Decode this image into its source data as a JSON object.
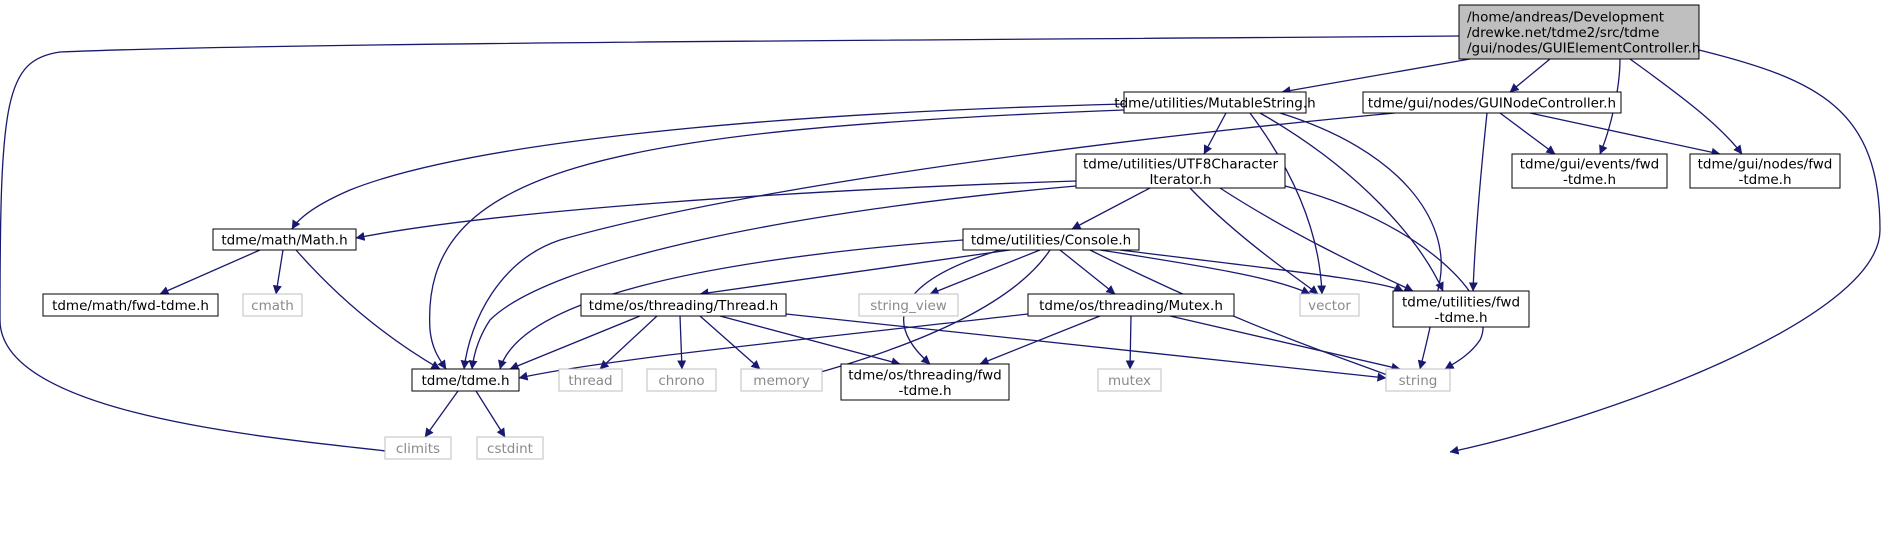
{
  "diagram": {
    "type": "include-dependency-graph",
    "colors": {
      "edge": "#191970",
      "root_fill": "#bfbfbf",
      "node_border": "#000000",
      "system_border": "#bfbfbf",
      "system_text": "#8a8a8a",
      "text": "#000000"
    },
    "nodes": [
      {
        "id": "root",
        "kind": "root",
        "lines": [
          "/home/andreas/Development",
          "/drewke.net/tdme2/src/tdme",
          "/gui/nodes/GUIElementController.h"
        ]
      },
      {
        "id": "mutablestring",
        "kind": "file",
        "lines": [
          "tdme/utilities/MutableString.h"
        ]
      },
      {
        "id": "guinodecontroller",
        "kind": "file",
        "lines": [
          "tdme/gui/nodes/GUINodeController.h"
        ]
      },
      {
        "id": "utf8",
        "kind": "file",
        "lines": [
          "tdme/utilities/UTF8Character",
          "Iterator.h"
        ]
      },
      {
        "id": "eventsfwd",
        "kind": "file",
        "lines": [
          "tdme/gui/events/fwd",
          "-tdme.h"
        ]
      },
      {
        "id": "nodesfwd",
        "kind": "file",
        "lines": [
          "tdme/gui/nodes/fwd",
          "-tdme.h"
        ]
      },
      {
        "id": "math",
        "kind": "file",
        "lines": [
          "tdme/math/Math.h"
        ]
      },
      {
        "id": "console",
        "kind": "file",
        "lines": [
          "tdme/utilities/Console.h"
        ]
      },
      {
        "id": "mathfwd",
        "kind": "file",
        "lines": [
          "tdme/math/fwd-tdme.h"
        ]
      },
      {
        "id": "cmath",
        "kind": "system",
        "lines": [
          "cmath"
        ]
      },
      {
        "id": "thread",
        "kind": "file",
        "lines": [
          "tdme/os/threading/Thread.h"
        ]
      },
      {
        "id": "string_view",
        "kind": "system",
        "lines": [
          "string_view"
        ]
      },
      {
        "id": "mutexh",
        "kind": "file",
        "lines": [
          "tdme/os/threading/Mutex.h"
        ]
      },
      {
        "id": "vector",
        "kind": "system",
        "lines": [
          "vector"
        ]
      },
      {
        "id": "utilfwd",
        "kind": "file",
        "lines": [
          "tdme/utilities/fwd",
          "-tdme.h"
        ]
      },
      {
        "id": "tdmeh",
        "kind": "file",
        "lines": [
          "tdme/tdme.h"
        ]
      },
      {
        "id": "threadsys",
        "kind": "system",
        "lines": [
          "thread"
        ]
      },
      {
        "id": "chrono",
        "kind": "system",
        "lines": [
          "chrono"
        ]
      },
      {
        "id": "memory",
        "kind": "system",
        "lines": [
          "memory"
        ]
      },
      {
        "id": "threadingfwd",
        "kind": "file",
        "lines": [
          "tdme/os/threading/fwd",
          "-tdme.h"
        ]
      },
      {
        "id": "mutexsys",
        "kind": "system",
        "lines": [
          "mutex"
        ]
      },
      {
        "id": "string",
        "kind": "system",
        "lines": [
          "string"
        ]
      },
      {
        "id": "climits",
        "kind": "system",
        "lines": [
          "climits"
        ]
      },
      {
        "id": "cstdint",
        "kind": "system",
        "lines": [
          "cstdint"
        ]
      }
    ],
    "edges": [
      [
        "root",
        "mutablestring"
      ],
      [
        "root",
        "guinodecontroller"
      ],
      [
        "root",
        "eventsfwd"
      ],
      [
        "root",
        "nodesfwd"
      ],
      [
        "root",
        "tdmeh"
      ],
      [
        "root",
        "string"
      ],
      [
        "mutablestring",
        "utf8"
      ],
      [
        "mutablestring",
        "math"
      ],
      [
        "mutablestring",
        "tdmeh"
      ],
      [
        "mutablestring",
        "vector"
      ],
      [
        "mutablestring",
        "utilfwd"
      ],
      [
        "mutablestring",
        "string"
      ],
      [
        "guinodecontroller",
        "eventsfwd"
      ],
      [
        "guinodecontroller",
        "nodesfwd"
      ],
      [
        "guinodecontroller",
        "tdmeh"
      ],
      [
        "guinodecontroller",
        "utilfwd"
      ],
      [
        "utf8",
        "console"
      ],
      [
        "utf8",
        "math"
      ],
      [
        "utf8",
        "tdmeh"
      ],
      [
        "utf8",
        "vector"
      ],
      [
        "utf8",
        "utilfwd"
      ],
      [
        "utf8",
        "string"
      ],
      [
        "math",
        "mathfwd"
      ],
      [
        "math",
        "cmath"
      ],
      [
        "math",
        "tdmeh"
      ],
      [
        "console",
        "thread"
      ],
      [
        "console",
        "string_view"
      ],
      [
        "console",
        "mutexh"
      ],
      [
        "console",
        "vector"
      ],
      [
        "console",
        "utilfwd"
      ],
      [
        "console",
        "tdmeh"
      ],
      [
        "console",
        "memory"
      ],
      [
        "console",
        "threadingfwd"
      ],
      [
        "console",
        "string"
      ],
      [
        "thread",
        "tdmeh"
      ],
      [
        "thread",
        "threadsys"
      ],
      [
        "thread",
        "chrono"
      ],
      [
        "thread",
        "memory"
      ],
      [
        "thread",
        "threadingfwd"
      ],
      [
        "thread",
        "string"
      ],
      [
        "mutexh",
        "tdmeh"
      ],
      [
        "mutexh",
        "threadingfwd"
      ],
      [
        "mutexh",
        "mutexsys"
      ],
      [
        "mutexh",
        "string"
      ],
      [
        "tdmeh",
        "climits"
      ],
      [
        "tdmeh",
        "cstdint"
      ]
    ]
  }
}
